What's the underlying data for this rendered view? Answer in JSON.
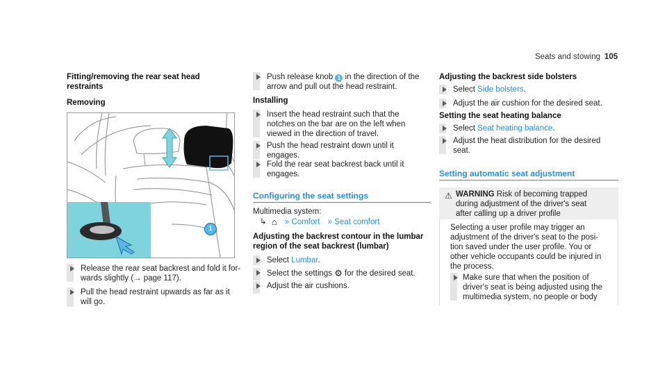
{
  "header": {
    "section": "Seats and stowing",
    "page_number": "105"
  },
  "col1": {
    "title_line1": "Fitting/removing the rear seat head",
    "title_line2": "restraints",
    "removing": "Removing",
    "callout_number": "1",
    "step1_line1": "Release the rear seat backrest and fold it for-",
    "step1_line2": "wards slightly (→ page 117).",
    "step2_line1": "Pull the head restraint upwards as far as it",
    "step2_line2": "will go."
  },
  "col2": {
    "push_line1_a": "Push release knob",
    "push_knob": "1",
    "push_line1_b": "in the direction of the",
    "push_line2": "arrow and pull out the head restraint.",
    "installing": "Installing",
    "ins1_line1": "Insert the head restraint such that the",
    "ins1_line2": "notches on the bar are on the left when",
    "ins1_line3": "viewed in the direction of travel.",
    "ins2_line1": "Push the head restraint down until it",
    "ins2_line2": "engages.",
    "ins3_line1": "Fold the rear seat backrest back until it",
    "ins3_line2": "engages.",
    "configuring_heading": "Configuring the seat settings",
    "multimedia": "Multimedia system:",
    "path_comfort": "Comfort",
    "path_seat_comfort": "Seat comfort",
    "lumbar_heading1": "Adjusting the backrest contour in the lumbar",
    "lumbar_heading2": "region of the seat backrest (lumbar)",
    "select_prefix": "Select",
    "lumbar_link": "Lumbar",
    "settings_a": "Select the settings",
    "settings_b": "for the desired seat.",
    "air_cushions": "Adjust the air cushions."
  },
  "col3": {
    "bolsters_heading": "Adjusting the backrest side bolsters",
    "select_prefix": "Select",
    "side_bolsters": "Side bolsters",
    "bolsters_step2": "Adjust the air cushion for the desired seat.",
    "heating_heading": "Setting the seat heating balance",
    "heating_link": "Seat heating balance",
    "heating_step2_line1": "Adjust the heat distribution for the desired",
    "heating_step2_line2": "seat.",
    "auto_heading": "Setting automatic seat adjustment",
    "warning_label": "WARNING",
    "warning_line1": "Risk of becoming trapped",
    "warning_line2": "during adjustment of the driver's seat",
    "warning_line3": "after calling up a driver profile",
    "body_line1": "Selecting a user profile may trigger an",
    "body_line2": "adjustment of the driver's seat to the posi-",
    "body_line3": "tion saved under the user profile. You or",
    "body_line4": "other vehicle occupants could be injured in",
    "body_line5": "the process.",
    "make_line1": "Make sure that when the position of",
    "make_line2": "driver's seat is being adjusted using the",
    "make_line3": "multimedia system, no people or body"
  },
  "colors": {
    "accent": "#2a8fd6",
    "bar": "#e4e4e4",
    "inset": "#7fd3dc",
    "knob": "#58b6e6",
    "warning_bg": "#eeeeee"
  },
  "icons": [
    "step-arrow-icon",
    "home-icon",
    "path-chevron-icon",
    "gear-icon",
    "warning-triangle-icon",
    "callout-knob-icon"
  ]
}
